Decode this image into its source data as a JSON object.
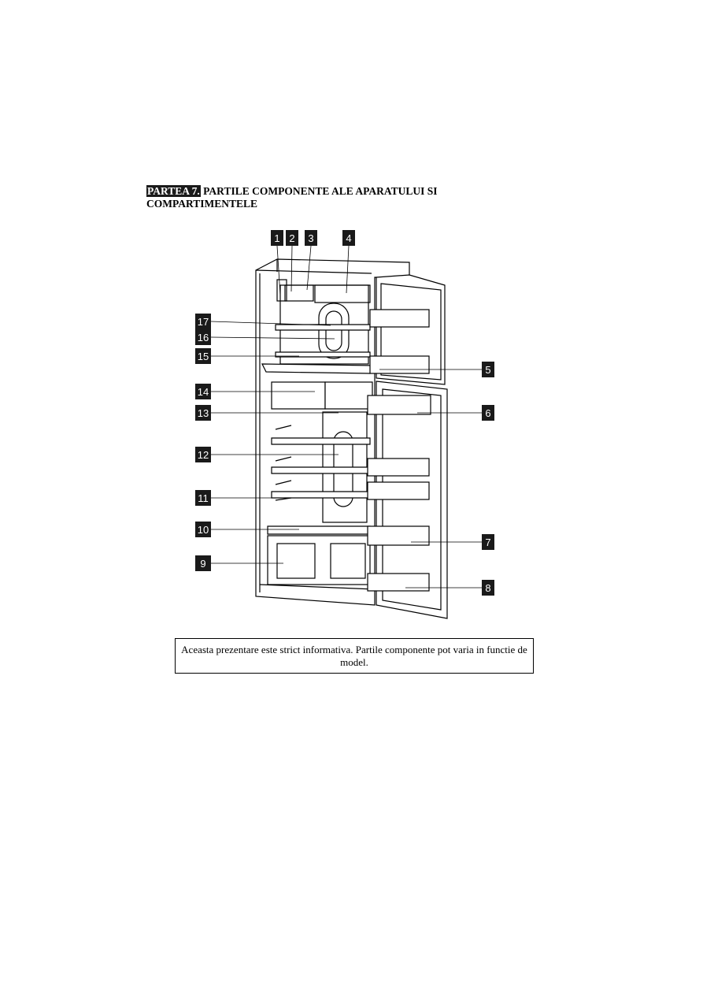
{
  "heading": {
    "tag": "PARTEA 7.",
    "title": " PARTILE COMPONENTE ALE APARATULUI SI COMPARTIMENTELE"
  },
  "figure": {
    "labels": [
      "1",
      "2",
      "3",
      "4",
      "5",
      "6",
      "7",
      "8",
      "9",
      "10",
      "11",
      "12",
      "13",
      "14",
      "15",
      "16",
      "17"
    ]
  },
  "note": {
    "text": "Aceasta prezentare este strict informativa. Partile componente pot varia in functie de model."
  }
}
